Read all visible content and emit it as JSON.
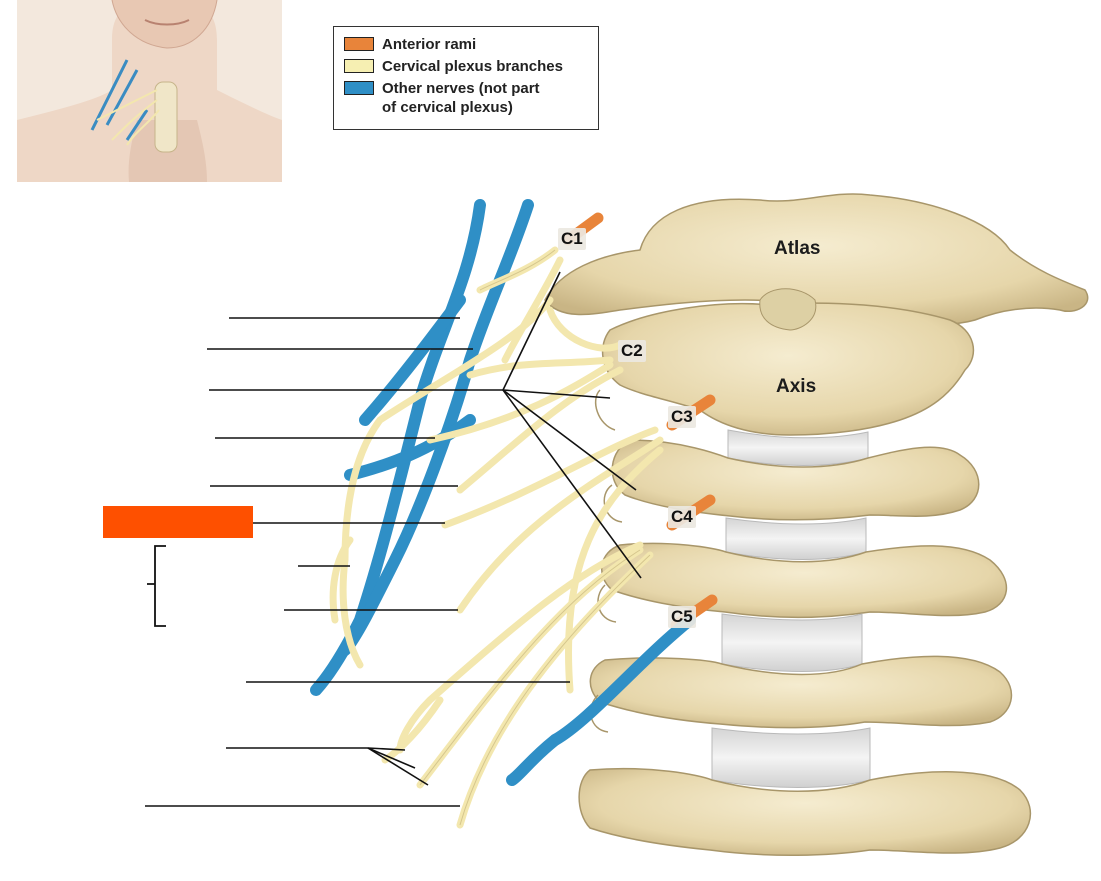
{
  "legend": {
    "items": [
      {
        "label": "Anterior rami",
        "color": "#e8843a"
      },
      {
        "label": "Cervical plexus branches",
        "color": "#f6efb2"
      },
      {
        "label": "Other nerves (not part\nof cervical plexus)",
        "color": "#2f8fc6"
      }
    ]
  },
  "levels": {
    "c1": "C1",
    "c2": "C2",
    "c3": "C3",
    "c4": "C4",
    "c5": "C5"
  },
  "bones": {
    "atlas": "Atlas",
    "axis": "Axis"
  },
  "colors": {
    "bone": "#eadcb3",
    "bone_shadow": "#c9b98c",
    "disc": "#e4e4e4",
    "nerve_plexus": "#f2e6ad",
    "nerve_other": "#2f8fc6",
    "anterior_rami": "#e8843a",
    "redaction": "#fe5000"
  }
}
